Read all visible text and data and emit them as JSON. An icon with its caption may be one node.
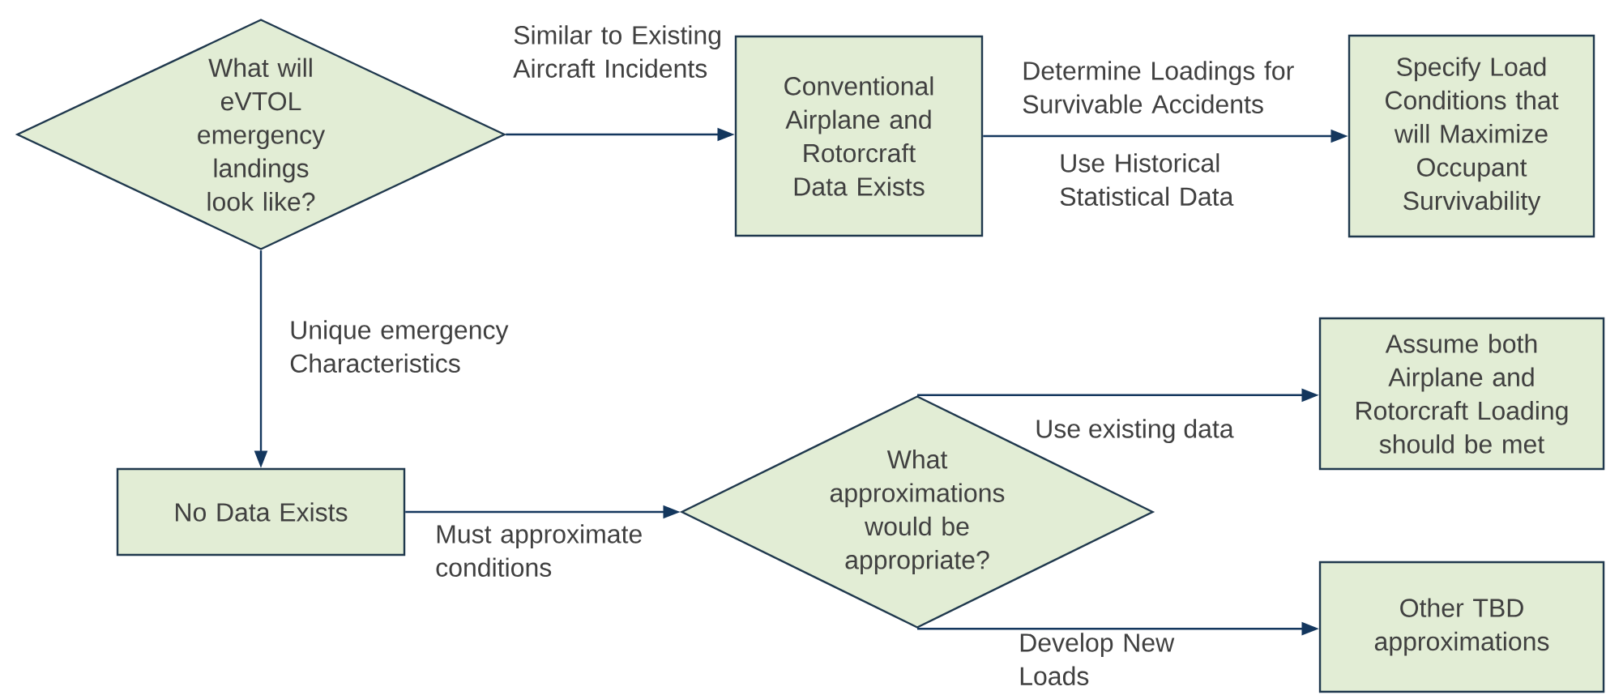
{
  "diagram": {
    "nodes": [
      {
        "text": [
          "What will eVTOL emergency landings look like?"
        ]
      },
      {
        "text": [
          "Conventional Airplane and Rotorcraft Data Exists"
        ]
      },
      {
        "text": [
          "Specify Load Conditions that will Maximize Occupant Survivability"
        ]
      },
      {
        "text": [
          "No Data Exists"
        ]
      },
      {
        "text": [
          "What approximations would be appropriate?"
        ]
      },
      {
        "text": [
          "Assume both Airplane and Rotorcraft Loading should be met"
        ]
      },
      {
        "text": [
          "Other TBD approximations"
        ]
      }
    ],
    "edges": [
      {
        "from": 0,
        "to": 1,
        "arrow": "to",
        "label": "Similar to Existing Aircraft Incidents"
      },
      {
        "from": 1,
        "to": 2,
        "arrow": "to",
        "label": "Determine Loadings for Survivable Accidents"
      },
      {
        "from": 0,
        "to": 3,
        "arrow": "to",
        "label": "Unique emergency Characteristics"
      },
      {
        "from": 3,
        "to": 4,
        "arrow": "to",
        "label": "Must approximate conditions"
      },
      {
        "from": 4,
        "to": 5,
        "arrow": "to",
        "label": "Use existing data"
      },
      {
        "from": 4,
        "to": 6,
        "arrow": "to",
        "label": "Develop New Loads"
      }
    ],
    "labels": [
      "Use Historical Statistical Data"
    ]
  }
}
